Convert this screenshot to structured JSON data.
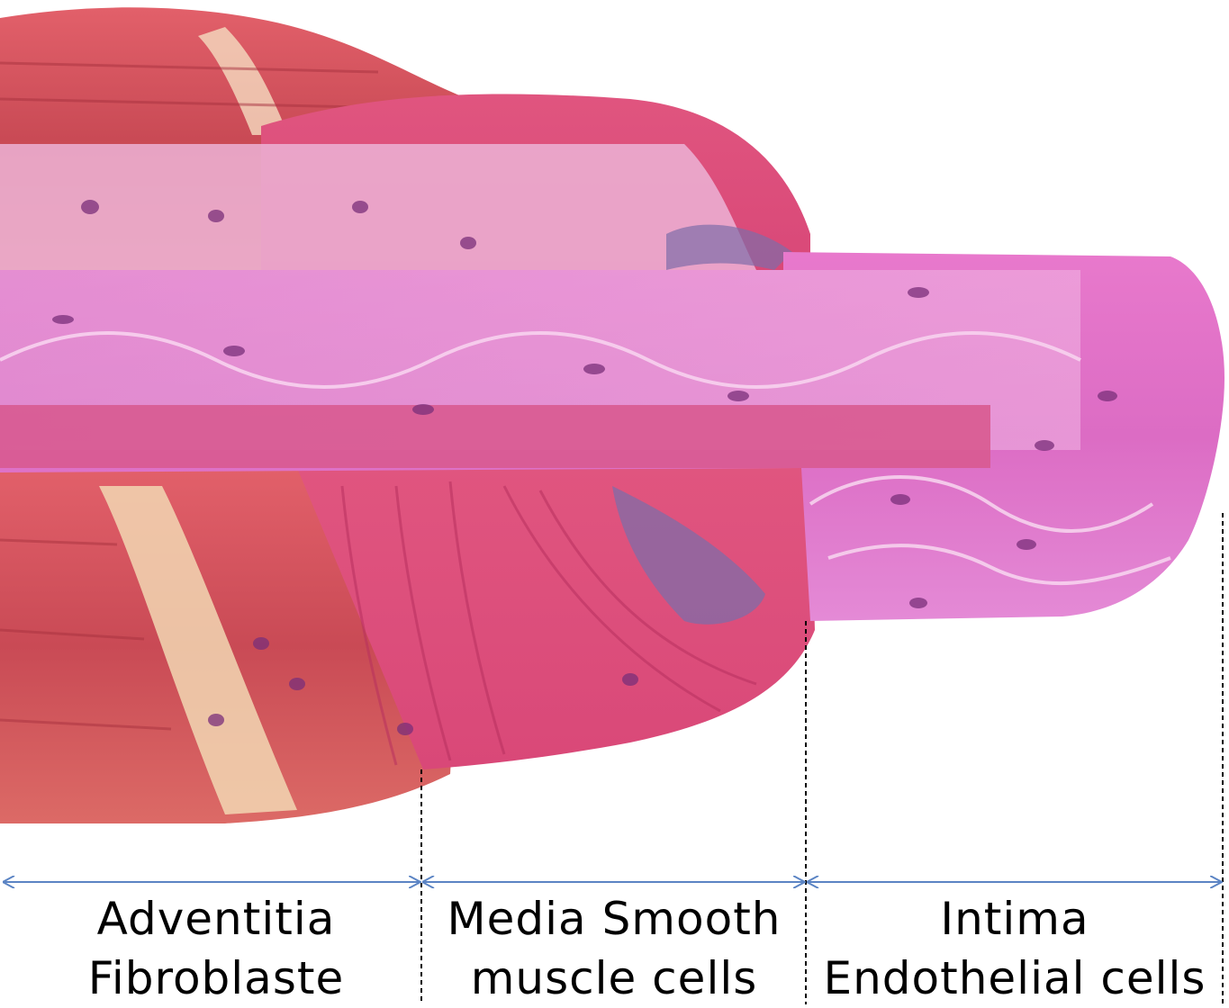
{
  "colors": {
    "background": "#ffffff",
    "arrow": "#5b84c4",
    "divider": "#000000",
    "adventitia": "#d9485f",
    "media": "#d93f7e",
    "intima": "#e078c9",
    "nucleus": "#7a2f7a"
  },
  "labels": {
    "adventitia": {
      "line1": "Adventitia",
      "line2": "Fibroblaste"
    },
    "media": {
      "line1": "Media Smooth",
      "line2": "muscle cells"
    },
    "intima": {
      "line1": "Intima",
      "line2": "Endothelial cells"
    }
  }
}
